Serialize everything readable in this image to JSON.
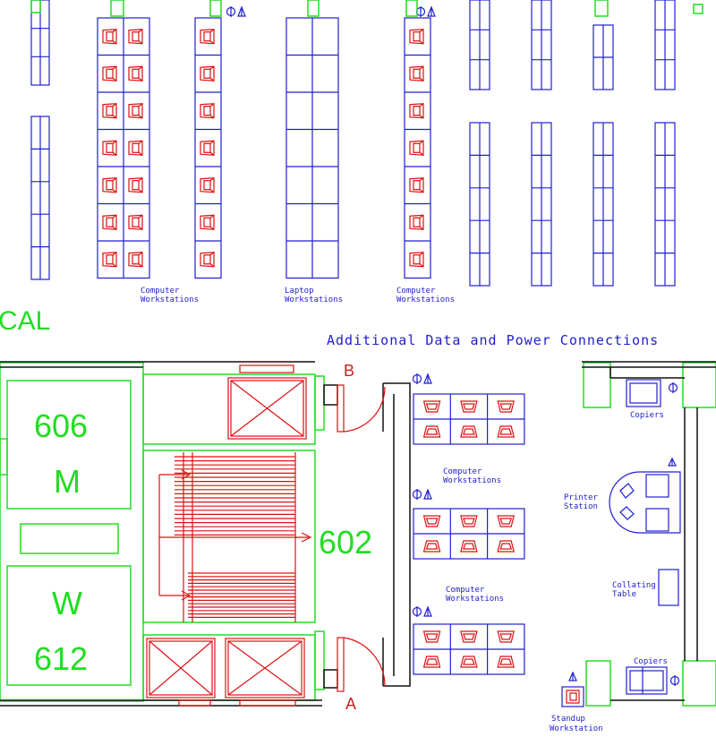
{
  "colors": {
    "blue": "#2020d0",
    "red": "#dd1111",
    "green": "#22dd22",
    "black": "#111111"
  },
  "header": {
    "title": "Additional Data and Power Connections",
    "partial_room_label": "CAL"
  },
  "labels": {
    "computer_workstations_line1": "Computer",
    "computer_workstations_line2": "Workstations",
    "laptop_workstations_line1": "Laptop",
    "laptop_workstations_line2": "Workstations",
    "copiers": "Copiers",
    "printer_station_line1": "Printer",
    "printer_station_line2": "Station",
    "collating_table_line1": "Collating",
    "collating_table_line2": "Table",
    "standup_workstation_line1": "Standup",
    "standup_workstation_line2": "Workstation"
  },
  "rooms": {
    "room_606": "606",
    "room_m": "M",
    "room_w": "W",
    "room_612": "612",
    "room_602": "602"
  },
  "doors": {
    "door_a": "A",
    "door_b": "B"
  },
  "icons": {
    "data_power": "data-power-connection-icon",
    "chair": "chair-icon",
    "elevator": "elevator-icon",
    "stair": "stair-icon"
  }
}
